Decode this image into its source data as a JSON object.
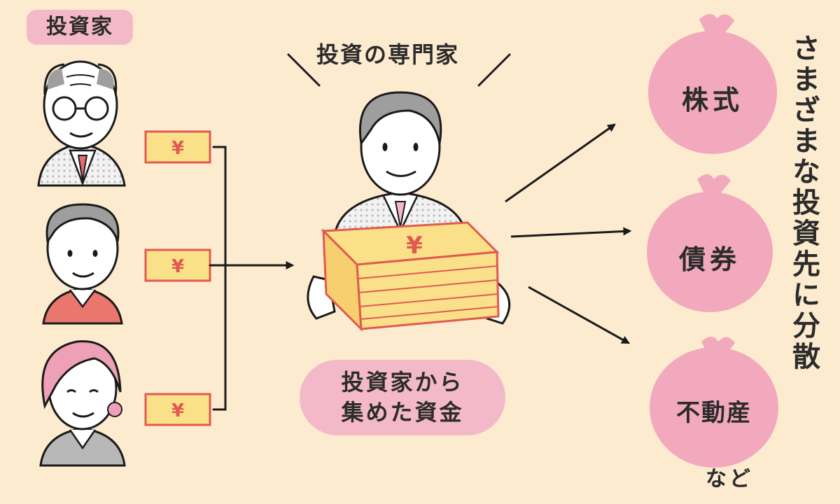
{
  "investors": {
    "label": "投資家",
    "count": 3,
    "note_symbol": "¥"
  },
  "expert": {
    "title": "投資の専門家",
    "box_symbol": "¥"
  },
  "pooled_funds": {
    "line1": "投資家から",
    "line2": "集めた資金"
  },
  "destinations": {
    "items": [
      {
        "label": "株式"
      },
      {
        "label": "債券"
      },
      {
        "label": "不動産"
      }
    ],
    "etc": "など"
  },
  "side_caption": "さまざまな投資先に分散",
  "colors": {
    "background": "#fdebcf",
    "pink": "#f4b9c9",
    "note_fill": "#fbe08a",
    "note_stroke": "#e05a4f",
    "line": "#1a1a1a"
  }
}
